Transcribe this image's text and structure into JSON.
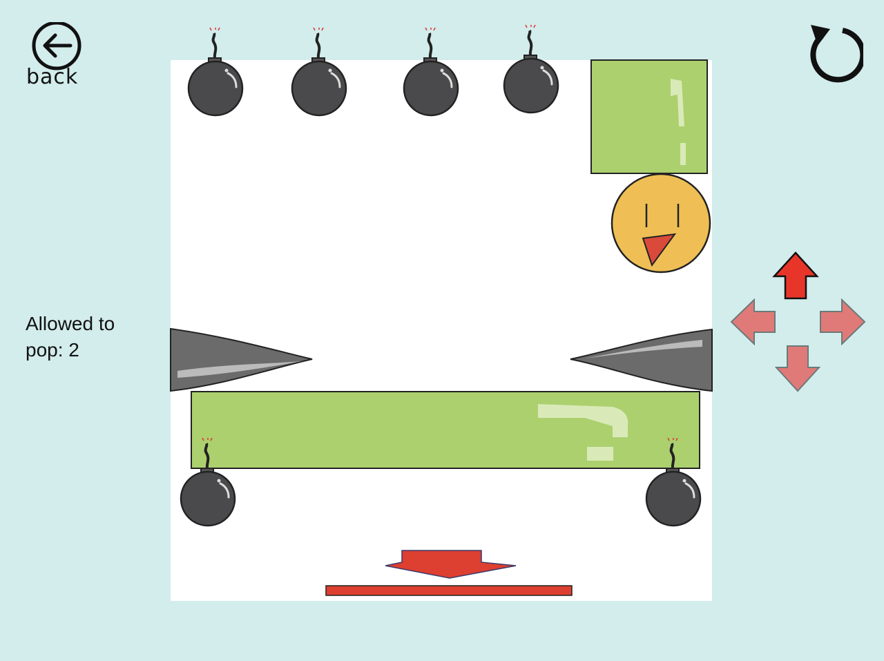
{
  "header": {
    "back_label": "back",
    "back_icon": "arrow-left-circle-icon",
    "restart_icon": "restart-icon"
  },
  "status": {
    "allowed_line1": "Allowed to",
    "allowed_line2": "pop: 2",
    "allowed_to_pop": 2
  },
  "controls": {
    "active_direction": "up",
    "directions": [
      "up",
      "left",
      "right",
      "down"
    ],
    "active_color": "#e8352a",
    "inactive_color": "#e07a78"
  },
  "colors": {
    "background": "#d3ecec",
    "block": "#acd06e",
    "face": "#efbf55",
    "target": "#dd3f30"
  }
}
